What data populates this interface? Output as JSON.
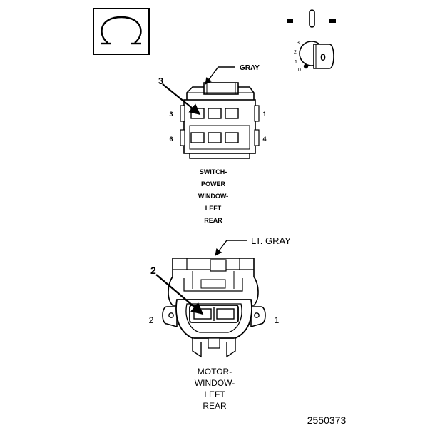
{
  "ohmmeter_icon": {
    "symbol": "Ω",
    "icon": "ohm-symbol-icon"
  },
  "ignition_key": {
    "icon": "ignition-key-icon",
    "positions": [
      "3",
      "2",
      "1",
      "0"
    ],
    "key_label": "0"
  },
  "switch_connector": {
    "color_label": "GRAY",
    "callout_pin": "3",
    "pin_numbers": {
      "top_left": "3",
      "top_right": "1",
      "bottom_left": "6",
      "bottom_right": "4"
    },
    "name_lines": [
      "SWITCH-",
      "POWER",
      "WINDOW-",
      "LEFT",
      "REAR"
    ]
  },
  "motor_connector": {
    "color_label": "LT. GRAY",
    "callout_pin": "2",
    "pin_numbers": {
      "left": "2",
      "right": "1"
    },
    "name_lines": [
      "MOTOR-",
      "WINDOW-",
      "LEFT",
      "REAR"
    ]
  },
  "figure_number": "2550373"
}
